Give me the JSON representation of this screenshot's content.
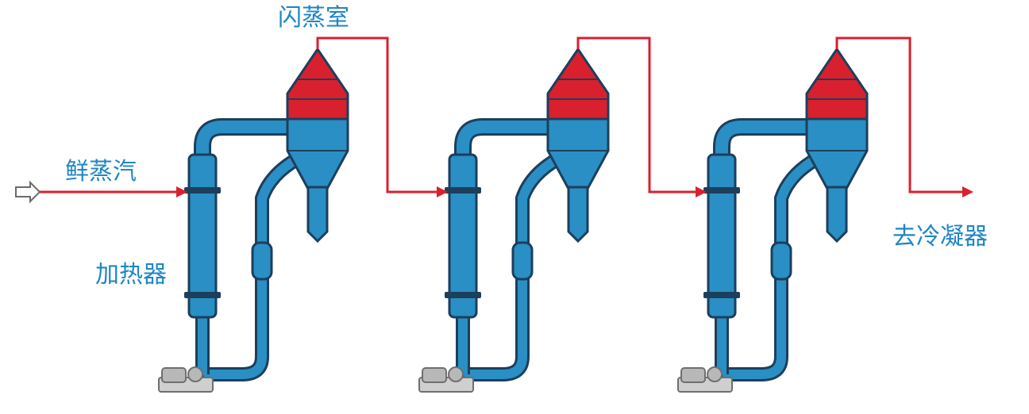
{
  "labels": {
    "flash_chamber": "闪蒸室",
    "fresh_steam": "鲜蒸汽",
    "heater": "加热器",
    "to_condenser": "去冷凝器"
  },
  "colors": {
    "pipe_blue": "#2a8fc4",
    "pipe_outline": "#1c3f5c",
    "vapor_red": "#d9202e",
    "label_blue": "#1f86c4",
    "pump_gray": "#8a8a8a"
  },
  "stages": 3
}
